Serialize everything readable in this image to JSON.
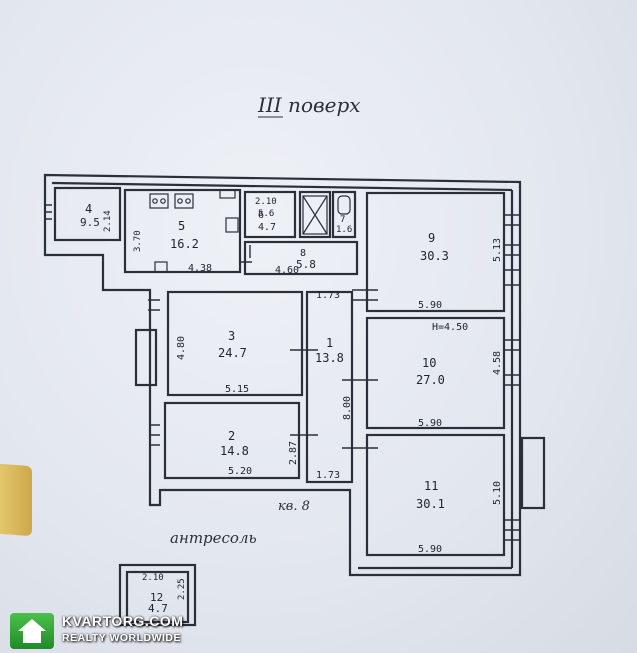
{
  "plan": {
    "floor_title": "III поверх",
    "mezzanine_label": "антресоль",
    "stair_label": "кв. 8",
    "rooms": [
      {
        "no": "1",
        "area": "13.8"
      },
      {
        "no": "2",
        "area": "14.8"
      },
      {
        "no": "3",
        "area": "24.7"
      },
      {
        "no": "4",
        "area": "9.5"
      },
      {
        "no": "5",
        "area": "16.2"
      },
      {
        "no": "6",
        "area": "4.7"
      },
      {
        "no": "7",
        "area": "1.6"
      },
      {
        "no": "8",
        "area": "5.8"
      },
      {
        "no": "9",
        "area": "30.3"
      },
      {
        "no": "10",
        "area": "27.0"
      },
      {
        "no": "11",
        "area": "30.1"
      },
      {
        "no": "12",
        "area": "4.7"
      }
    ],
    "dimensions": {
      "d_2_10": "2.10",
      "d_5_6": "5.6",
      "d_2_14": "2.14",
      "d_3_70": "3.70",
      "d_4_38": "4.38",
      "d_4_60": "4.60",
      "d_1_73a": "1.73",
      "d_1_73b": "1.73",
      "d_4_80": "4.80",
      "d_5_15": "5.15",
      "d_8_00": "8.00",
      "d_2_87": "2.87",
      "d_5_20": "5.20",
      "d_5_90a": "5.90",
      "d_5_90b": "5.90",
      "d_5_90c": "5.90",
      "d_5_13": "5.13",
      "d_4_58": "4.58",
      "d_5_10": "5.10",
      "h_4_50": "H=4.50",
      "d_2_10b": "2.10",
      "d_2_25": "2.25"
    }
  },
  "watermark": {
    "brand": "KVARTORG.COM",
    "tagline": "REALTY WORLDWIDE",
    "logo_icon": "house-icon",
    "logo_color": "#2aa53a"
  },
  "colors": {
    "ink": "#2b2f3a",
    "paper": "#e8ebf1"
  }
}
